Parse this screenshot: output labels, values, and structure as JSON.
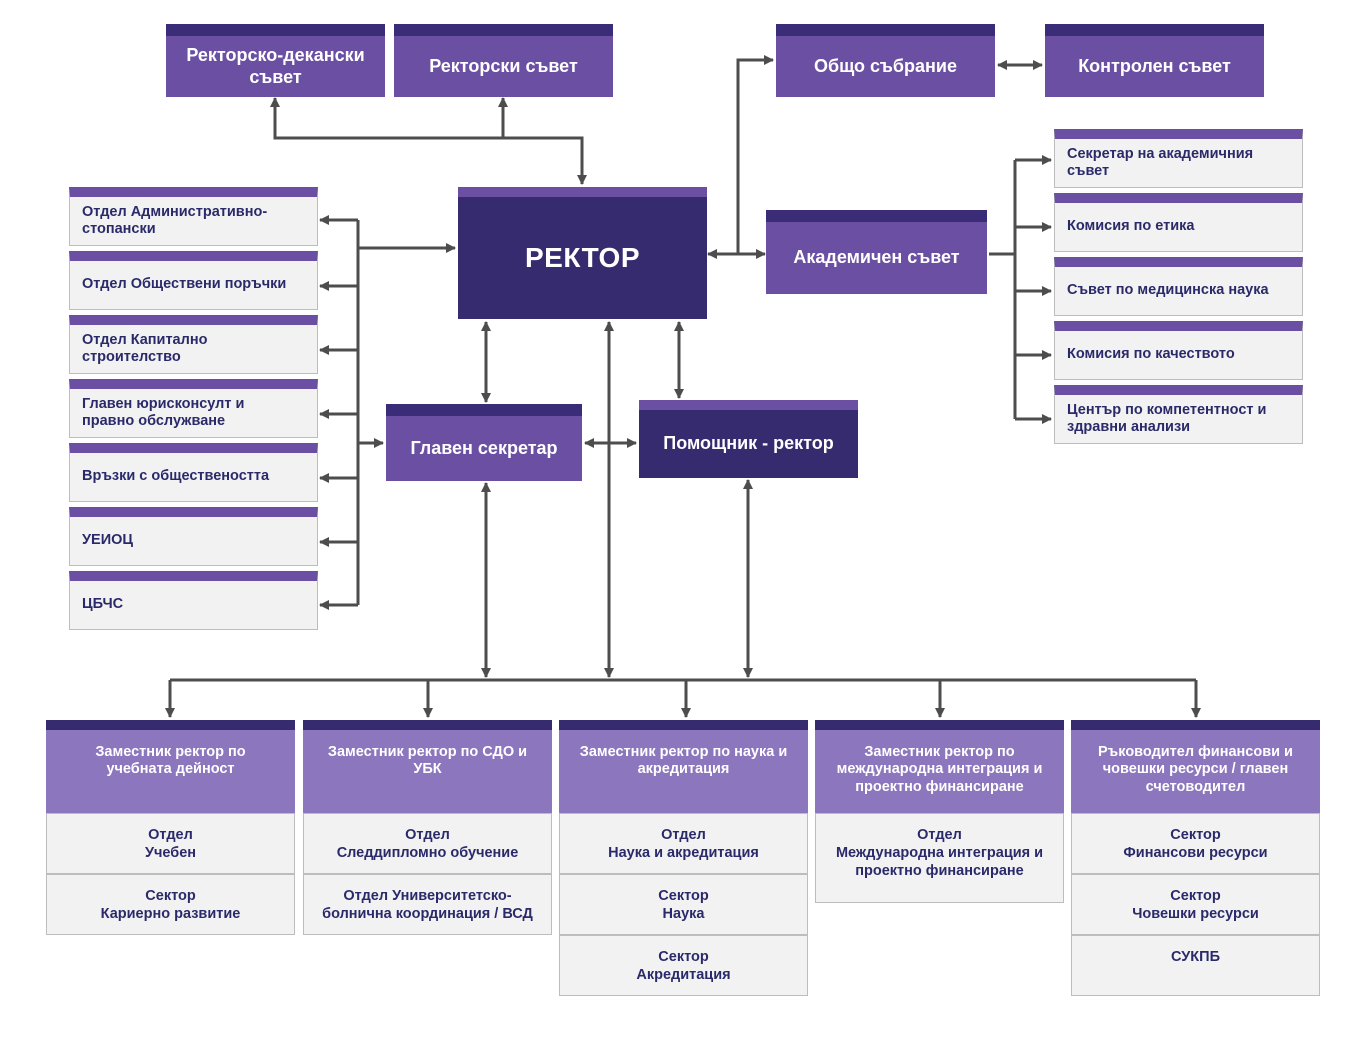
{
  "top_left": [
    "Ректорско-декански\nсъвет",
    "Ректорски съвет"
  ],
  "top_right": [
    "Общо събрание",
    "Контролен съвет"
  ],
  "rector": "РЕКТОР",
  "academic_council": "Академичен съвет",
  "chief_secretary": "Главен секретар",
  "assistant_rector": "Помощник - ректор",
  "left_units": [
    "Отдел Административно-\nстопански",
    "Отдел Обществени поръчки",
    "Отдел Капитално\nстроителство",
    "Главен юрисконсулт и\nправно обслужване",
    "Връзки с обществеността",
    "УЕИОЦ",
    "ЦБЧС"
  ],
  "academic_units": [
    "Секретар на академичния\nсъвет",
    "Комисия по етика",
    "Съвет по медицинска наука",
    "Комисия по качеството",
    "Център по компетентност и\nздравни анализи"
  ],
  "vice_rectors": [
    {
      "title": "Заместник ректор по\nучебната дейност",
      "units": [
        "Отдел\nУчебен",
        "Сектор\nКариерно развитие"
      ]
    },
    {
      "title": "Заместник ректор по СДО и\nУБК",
      "units": [
        "Отдел\nСледдипломно обучение",
        "Отдел Университетско-\nболнична координация / ВСД"
      ]
    },
    {
      "title": "Заместник ректор по наука и\nакредитация",
      "units": [
        "Отдел\nНаука и акредитация",
        "Сектор\nНаука",
        "Сектор\nАкредитация"
      ]
    },
    {
      "title": "Заместник ректор по\nмеждународна интеграция и\nпроектно финансиране",
      "units": [
        "Отдел\nМеждународна интеграция и\nпроектно финансиране"
      ]
    },
    {
      "title": "Ръководител финансови и\nчовешки ресурси / главен\nсчетоводител",
      "units": [
        "Сектор\nФинансови ресурси",
        "Сектор\nЧовешки ресурси",
        "СУКПБ"
      ]
    }
  ],
  "colors": {
    "dark": "#352b6e",
    "mid": "#6a4fa3",
    "light": "#8c76bd",
    "cell": "#f2f2f2",
    "line": "#4d4d4d"
  }
}
